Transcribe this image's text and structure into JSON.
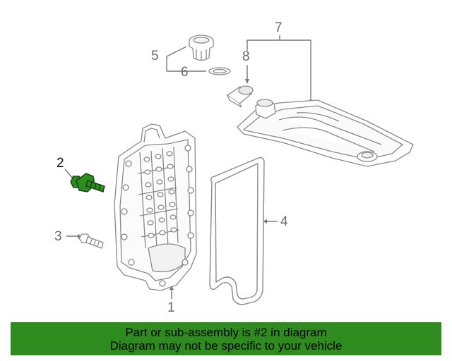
{
  "callouts": {
    "c1": "1",
    "c2": "2",
    "c3": "3",
    "c4": "4",
    "c5": "5",
    "c6": "6",
    "c7": "7",
    "c8": "8"
  },
  "highlight_color": "#2e8b1e",
  "banner": {
    "line1": "Part or sub-assembly is #2 in diagram",
    "line2": "Diagram may not be specific to your vehicle"
  }
}
